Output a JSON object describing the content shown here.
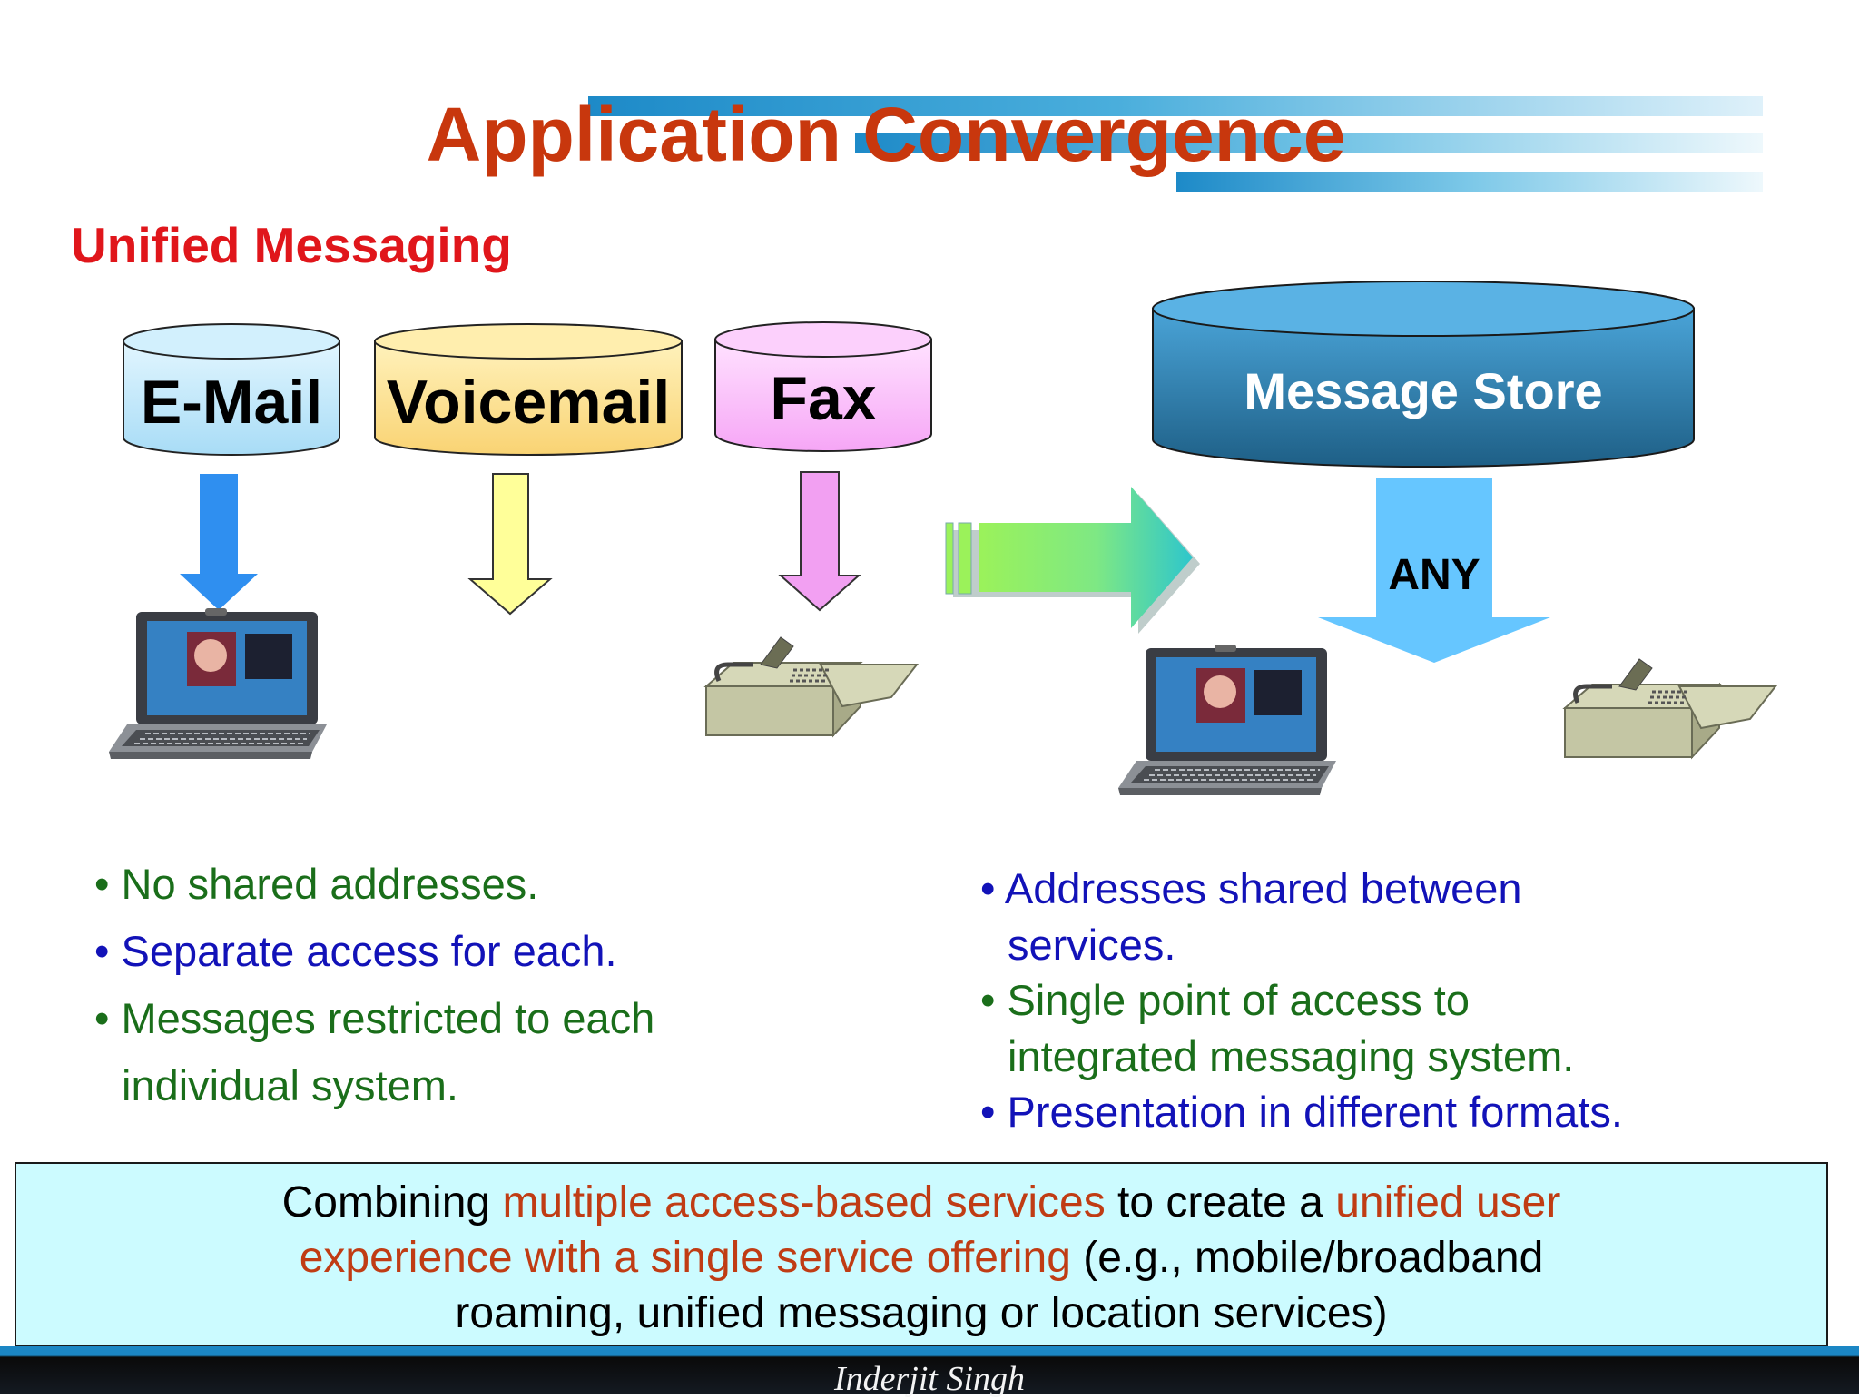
{
  "slide": {
    "title": "Application Convergence",
    "subtitle": "Unified Messaging"
  },
  "sources": [
    {
      "label": "E-Mail",
      "color": "#c4ecfb",
      "arrow_color": "#2f8ff0"
    },
    {
      "label": "Voicemail",
      "color": "#fde48e",
      "arrow_color": "#ffff99"
    },
    {
      "label": "Fax",
      "color": "#fbb4fb",
      "arrow_color": "#f2a0f2"
    }
  ],
  "store": {
    "label": "Message Store",
    "arrow_label": "ANY",
    "color": "#2f7fae",
    "arrow_color": "#66c6ff"
  },
  "left_bullets": [
    {
      "lines": [
        "• No shared addresses."
      ],
      "color": "green"
    },
    {
      "lines": [
        "• Separate access for each."
      ],
      "color": "blue"
    },
    {
      "lines": [
        "• Messages restricted to each",
        "individual system."
      ],
      "color": "green"
    }
  ],
  "right_bullets": [
    {
      "lines": [
        "• Addresses shared between",
        "services."
      ],
      "color": "blue"
    },
    {
      "lines": [
        "• Single point of access to",
        "integrated messaging system."
      ],
      "color": "green"
    },
    {
      "lines": [
        "• Presentation in different formats."
      ],
      "color": "blue"
    }
  ],
  "summary": {
    "p1": "Combining ",
    "p2": "multiple access-based services",
    "p3": " to create a ",
    "p4": "unified user",
    "p5": "experience with a single service offering",
    "p6": " (e.g., mobile/broadband",
    "p7": "roaming, unified messaging or location services)"
  },
  "footer": {
    "author": "Inderjit Singh"
  },
  "colors": {
    "title": "#c8370d",
    "subtitle": "#e0161b",
    "green_text": "#1a6e1a",
    "blue_text": "#1212b8",
    "summary_highlight": "#c03c14",
    "summary_bg": "#ccfbff"
  }
}
